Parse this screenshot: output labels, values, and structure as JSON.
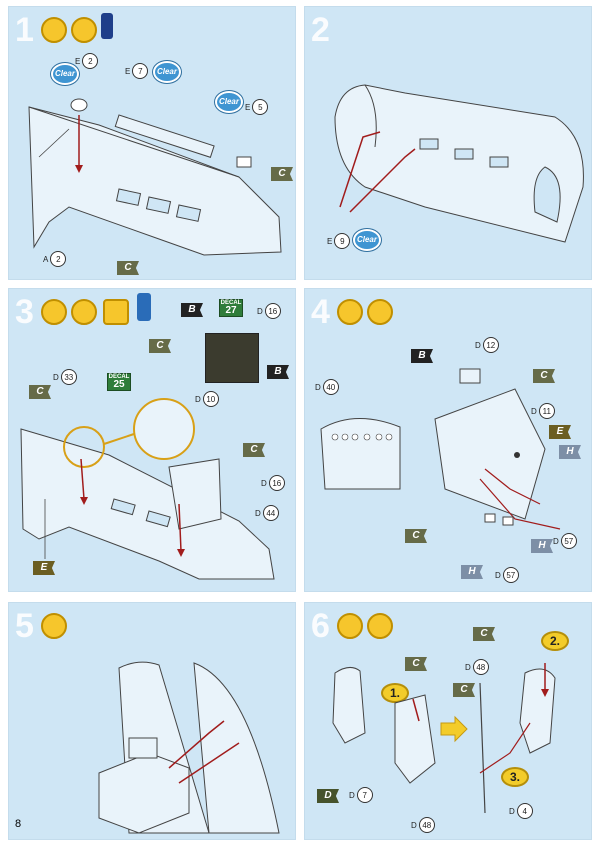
{
  "page_number": "8",
  "colors": {
    "panel_bg": "#cfe6f5",
    "clear_badge": "#3f95d2",
    "paint_icon": "#f6c62c",
    "arrow": "#a11c1c"
  },
  "steps": [
    {
      "number": "1",
      "parts": [
        "E ② ",
        "E ⑦",
        "E ⑤",
        "A ②"
      ],
      "part_refs": [
        {
          "letter": "E",
          "num": "2"
        },
        {
          "letter": "E",
          "num": "7"
        },
        {
          "letter": "E",
          "num": "5"
        },
        {
          "letter": "A",
          "num": "2"
        }
      ],
      "clear_labels": [
        "Clear",
        "Clear",
        "Clear"
      ],
      "flags": [
        "C",
        "C"
      ]
    },
    {
      "number": "2",
      "part_refs": [
        {
          "letter": "E",
          "num": "9"
        }
      ],
      "clear_labels": [
        "Clear"
      ]
    },
    {
      "number": "3",
      "part_refs": [
        {
          "letter": "D",
          "num": "16"
        },
        {
          "letter": "D",
          "num": "33"
        },
        {
          "letter": "D",
          "num": "10"
        },
        {
          "letter": "D",
          "num": "16"
        },
        {
          "letter": "D",
          "num": "44"
        }
      ],
      "decals": [
        {
          "label": "DECAL",
          "num": "27"
        },
        {
          "label": "DECAL",
          "num": "25"
        }
      ],
      "flags": [
        "B",
        "C",
        "B",
        "C",
        "C",
        "E"
      ]
    },
    {
      "number": "4",
      "part_refs": [
        {
          "letter": "D",
          "num": "12"
        },
        {
          "letter": "D",
          "num": "40"
        },
        {
          "letter": "D",
          "num": "11"
        },
        {
          "letter": "D",
          "num": "57"
        },
        {
          "letter": "D",
          "num": "57"
        }
      ],
      "flags": [
        "B",
        "C",
        "E",
        "H",
        "C",
        "H",
        "H"
      ]
    },
    {
      "number": "5"
    },
    {
      "number": "6",
      "part_refs": [
        {
          "letter": "D",
          "num": "48"
        },
        {
          "letter": "D",
          "num": "7"
        },
        {
          "letter": "D",
          "num": "48"
        },
        {
          "letter": "D",
          "num": "4"
        }
      ],
      "sub_steps": [
        "1.",
        "2.",
        "3."
      ],
      "flags": [
        "C",
        "C",
        "C",
        "D"
      ]
    }
  ]
}
